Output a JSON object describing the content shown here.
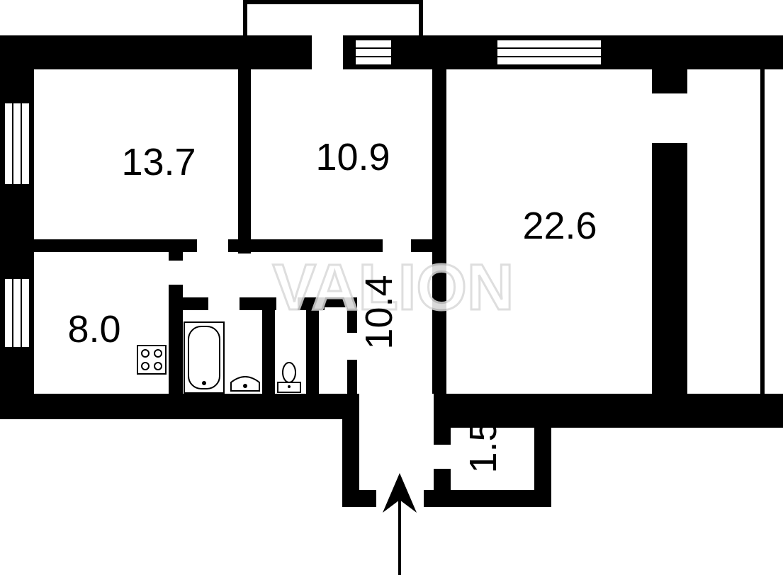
{
  "plan": {
    "rooms": [
      {
        "id": "room-bedroom-left",
        "area": "13.7"
      },
      {
        "id": "room-bedroom-center",
        "area": "10.9"
      },
      {
        "id": "room-living",
        "area": "22.6"
      },
      {
        "id": "room-kitchen",
        "area": "8.0"
      },
      {
        "id": "room-hallway",
        "area": "10.4"
      },
      {
        "id": "room-storage",
        "area": "1.5"
      }
    ],
    "watermark": "VALION",
    "entrance_marker": "entrance-arrow-icon",
    "fixtures": [
      "stove-icon",
      "bathtub-icon",
      "sink-icon",
      "toilet-icon"
    ]
  },
  "colors": {
    "wall": "#000000",
    "floor": "#ffffff",
    "watermark_outline": "#d9d9d9"
  }
}
